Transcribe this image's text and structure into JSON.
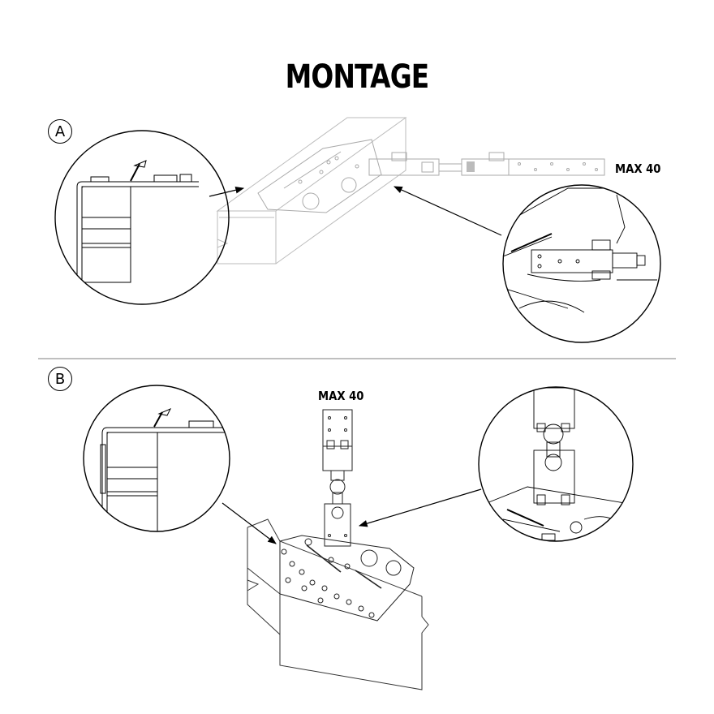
{
  "title": "MONTAGE",
  "sections": {
    "a": {
      "badge": "A",
      "max_label": "MAX 40"
    },
    "b": {
      "badge": "B",
      "max_label": "MAX 40"
    }
  },
  "divider_color": "#999999",
  "line_color": "#000000"
}
